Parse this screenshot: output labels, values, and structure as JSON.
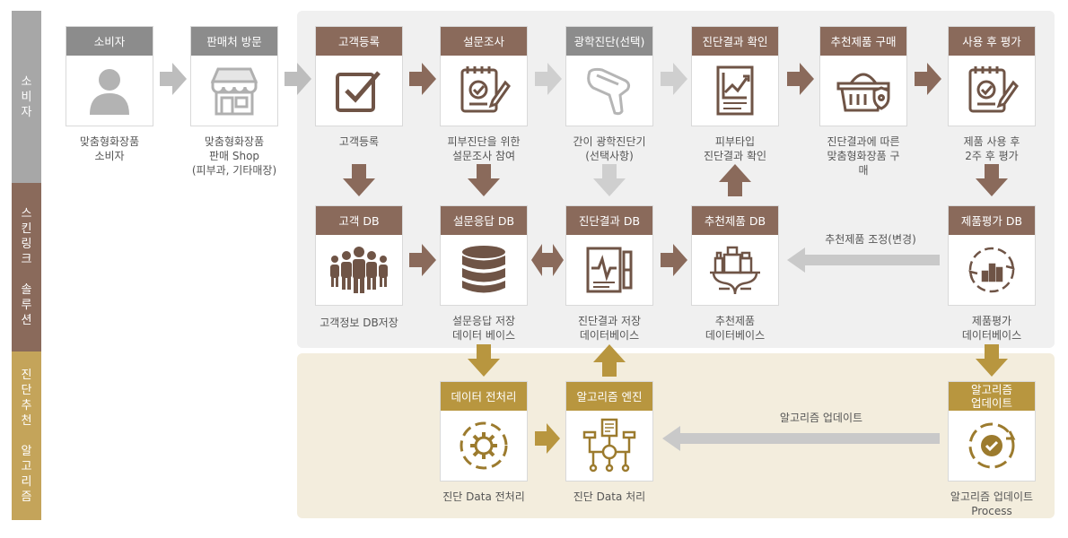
{
  "lanes": {
    "consumer": {
      "chars": [
        "소",
        "비",
        "자"
      ],
      "color": "#a7a7a7"
    },
    "skincare": {
      "chars": [
        "스",
        "킨",
        "링",
        "크",
        "",
        "솔",
        "루",
        "션"
      ],
      "color": "#8a6a5b"
    },
    "algorithm": {
      "chars": [
        "진",
        "단",
        "추",
        "천",
        "",
        "알",
        "고",
        "리",
        "즘"
      ],
      "color": "#c4a45a"
    }
  },
  "colors": {
    "gray_header": "#8c8c8c",
    "brown_header": "#8a6a5b",
    "gold_header": "#b8963f",
    "gray_arrow": "#bdbdbd",
    "brown_arrow": "#8a6a5b",
    "gold_arrow": "#b8963f",
    "gray_panel": "#f0f0f0",
    "beige_panel": "#f3eddd"
  },
  "nodes": {
    "consumer": {
      "title": "소비자",
      "icon": "person-icon",
      "caption": [
        "맞춤형화장품",
        "소비자"
      ]
    },
    "shop_visit": {
      "title": "판매처 방문",
      "icon": "shop-icon",
      "caption": [
        "맞춤형화장품",
        "판매 Shop",
        "(피부과, 기타매장)"
      ]
    },
    "customer_reg": {
      "title": "고객등록",
      "icon": "checkbox-icon",
      "caption": [
        "고객등록"
      ]
    },
    "survey": {
      "title": "설문조사",
      "icon": "clipboard-check-icon",
      "caption": [
        "피부진단을 위한",
        "설문조사 참여"
      ]
    },
    "optical_diag": {
      "title": "광학진단(선택)",
      "icon": "scanner-icon",
      "caption": [
        "간이 광학진단기",
        "(선택사항)"
      ]
    },
    "diag_result": {
      "title": "진단결과 확인",
      "icon": "chart-document-icon",
      "caption": [
        "피부타입",
        "진단결과 확인"
      ]
    },
    "purchase": {
      "title": "추천제품 구매",
      "icon": "basket-icon",
      "caption": [
        "진단결과에 따른",
        "맞춤형화장품 구",
        "매"
      ]
    },
    "review": {
      "title": "사용 후 평가",
      "icon": "clipboard-check-icon",
      "caption": [
        "제품 사용 후",
        "2주 후 평가"
      ]
    },
    "customer_db": {
      "title": "고객 DB",
      "icon": "people-group-icon",
      "caption": [
        "고객정보 DB저장"
      ]
    },
    "survey_db": {
      "title": "설문응답 DB",
      "icon": "database-icon",
      "caption": [
        "설문응답 저장",
        "데이터 베이스"
      ]
    },
    "diag_db": {
      "title": "진단결과 DB",
      "icon": "diagnosis-monitor-icon",
      "caption": [
        "진단결과 저장",
        "데이터베이스"
      ]
    },
    "reco_db": {
      "title": "추천제품 DB",
      "icon": "cosmetics-icon",
      "caption": [
        "추천제품",
        "데이터베이스"
      ]
    },
    "eval_db": {
      "title": "제품평가 DB",
      "icon": "cycle-chart-icon",
      "caption": [
        "제품평가",
        "데이터베이스"
      ]
    },
    "preprocess": {
      "title": "데이터 전처리",
      "icon": "gear-cycle-icon",
      "caption": [
        "진단 Data 전처리"
      ]
    },
    "engine": {
      "title": "알고리즘 엔진",
      "icon": "flow-engine-icon",
      "caption": [
        "진단 Data 처리"
      ]
    },
    "algo_update": {
      "title": "알고리즘\n업데이트",
      "icon": "update-check-icon",
      "caption": [
        "알고리즘 업데이트",
        "Process"
      ]
    }
  },
  "edges": {
    "reco_adjust": "추천제품 조정(변경)",
    "algo_update": "알고리즘 업데이트"
  }
}
